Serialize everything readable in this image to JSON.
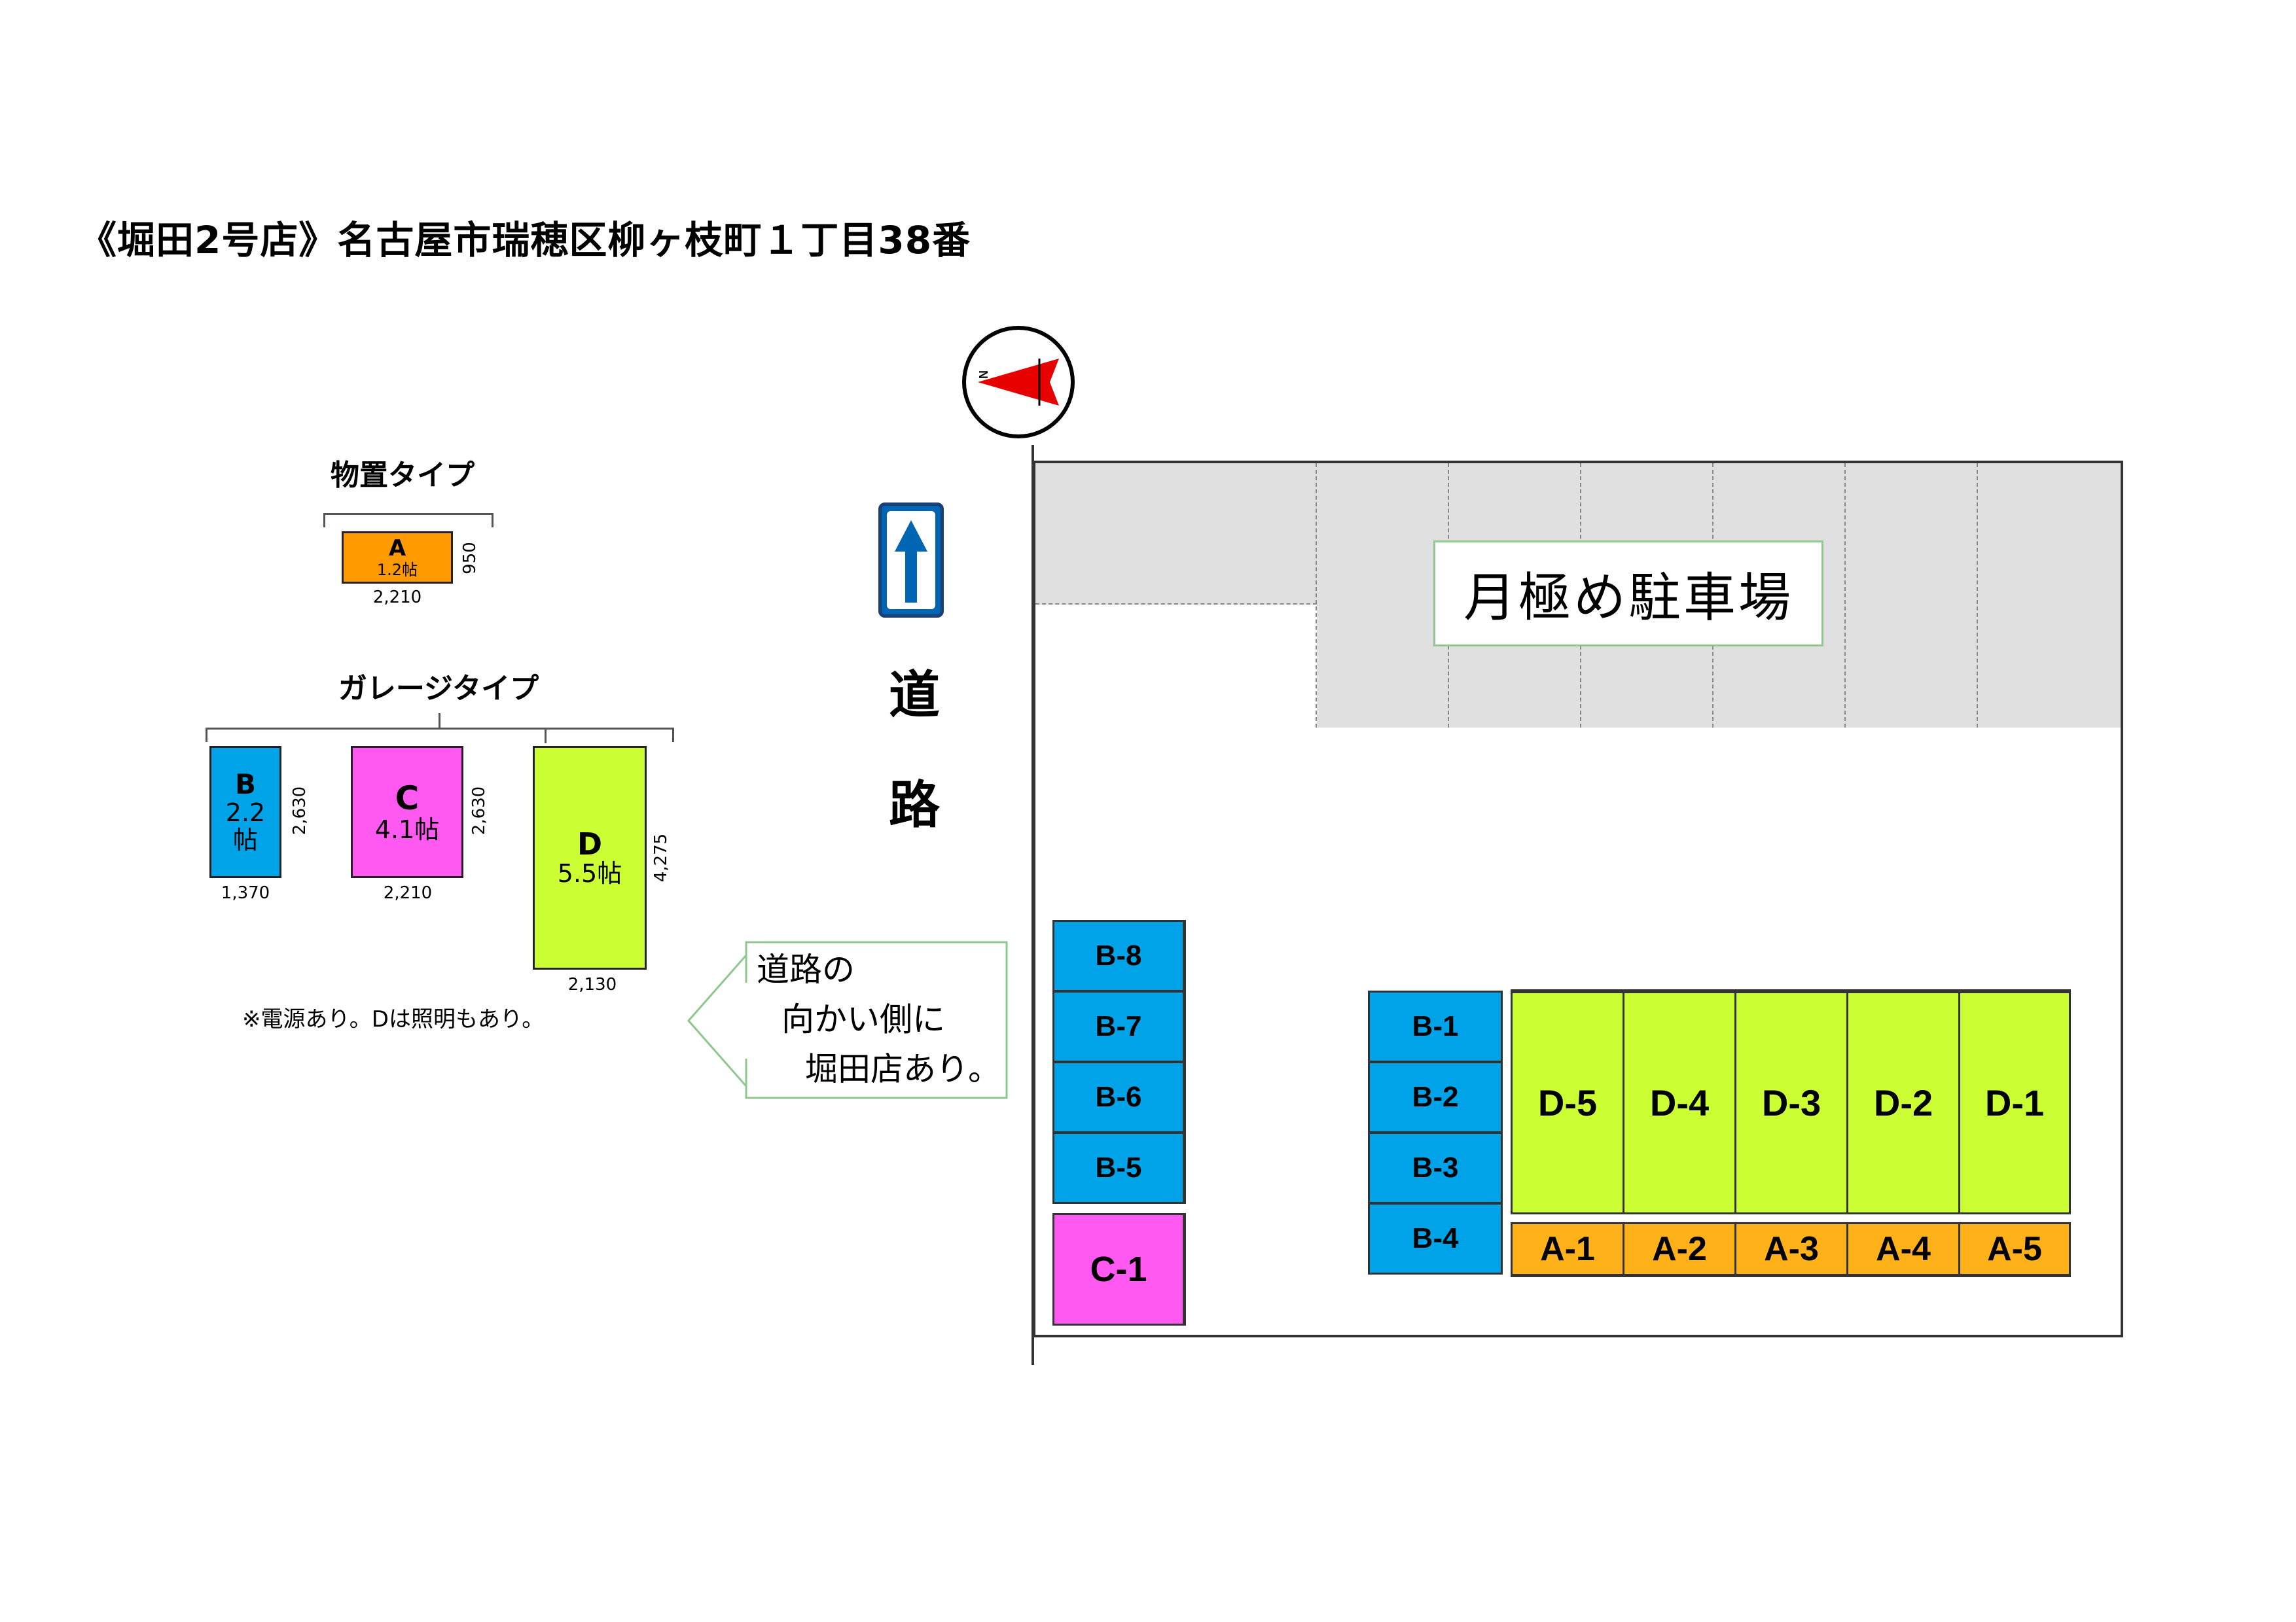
{
  "title": "《堀田2号店》名古屋市瑞穂区柳ヶ枝町１丁目38番",
  "legend": {
    "storage_heading": "物置タイプ",
    "garage_heading": "ガレージタイプ",
    "types": {
      "A": {
        "code": "A",
        "size": "1.2帖",
        "width": "2,210",
        "depth": "950",
        "color": "#ff9900"
      },
      "B": {
        "code": "B",
        "size_line1": "2.2",
        "size_line2": "帖",
        "width": "1,370",
        "depth": "2,630",
        "color": "#00a3e8"
      },
      "C": {
        "code": "C",
        "size": "4.1帖",
        "width": "2,210",
        "depth": "2,630",
        "color": "#ff59f2"
      },
      "D": {
        "code": "D",
        "size": "5.5帖",
        "width": "2,130",
        "depth": "4,275",
        "color": "#ccff33"
      }
    },
    "note": "※電源あり。Dは照明もあり。"
  },
  "compass": {
    "label": "N",
    "icon": "north-arrow-icon",
    "arrow_color": "#e60000"
  },
  "road": {
    "sign_icon": "one-way-up-arrow-icon",
    "label_chars": [
      "道",
      "路"
    ]
  },
  "callout": {
    "lines": [
      "道路の",
      "向かい側に",
      "堀田店あり。"
    ],
    "border_color": "#8fc78f"
  },
  "site": {
    "monthly_parking_label": "月極め駐車場",
    "left_column": {
      "b_units": [
        "B-8",
        "B-7",
        "B-6",
        "B-5"
      ],
      "c_unit": "C-1"
    },
    "right_block": {
      "b_units": [
        "B-1",
        "B-2",
        "B-3",
        "B-4"
      ],
      "d_units": [
        "D-5",
        "D-4",
        "D-3",
        "D-2",
        "D-1"
      ],
      "a_units": [
        "A-1",
        "A-2",
        "A-3",
        "A-4",
        "A-5"
      ]
    }
  }
}
